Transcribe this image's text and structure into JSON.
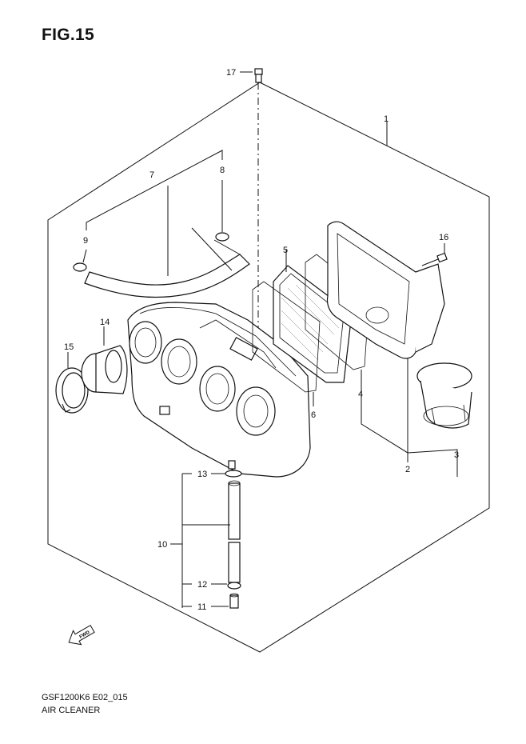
{
  "figure": {
    "title": "FIG.15"
  },
  "footer": {
    "code": "GSF1200K6 E02_015",
    "name": "AIR CLEANER"
  },
  "callouts": [
    {
      "id": "c1",
      "label": "1"
    },
    {
      "id": "c2",
      "label": "2"
    },
    {
      "id": "c3",
      "label": "3"
    },
    {
      "id": "c4",
      "label": "4"
    },
    {
      "id": "c5",
      "label": "5"
    },
    {
      "id": "c6",
      "label": "6"
    },
    {
      "id": "c7",
      "label": "7"
    },
    {
      "id": "c8",
      "label": "8"
    },
    {
      "id": "c9",
      "label": "9"
    },
    {
      "id": "c10",
      "label": "10"
    },
    {
      "id": "c11",
      "label": "11"
    },
    {
      "id": "c12",
      "label": "12"
    },
    {
      "id": "c13",
      "label": "13"
    },
    {
      "id": "c14",
      "label": "14"
    },
    {
      "id": "c15",
      "label": "15"
    },
    {
      "id": "c16",
      "label": "16"
    },
    {
      "id": "c17",
      "label": "17"
    }
  ],
  "direction_marker": {
    "label": "FWD",
    "icon": "forward-arrow-icon"
  }
}
